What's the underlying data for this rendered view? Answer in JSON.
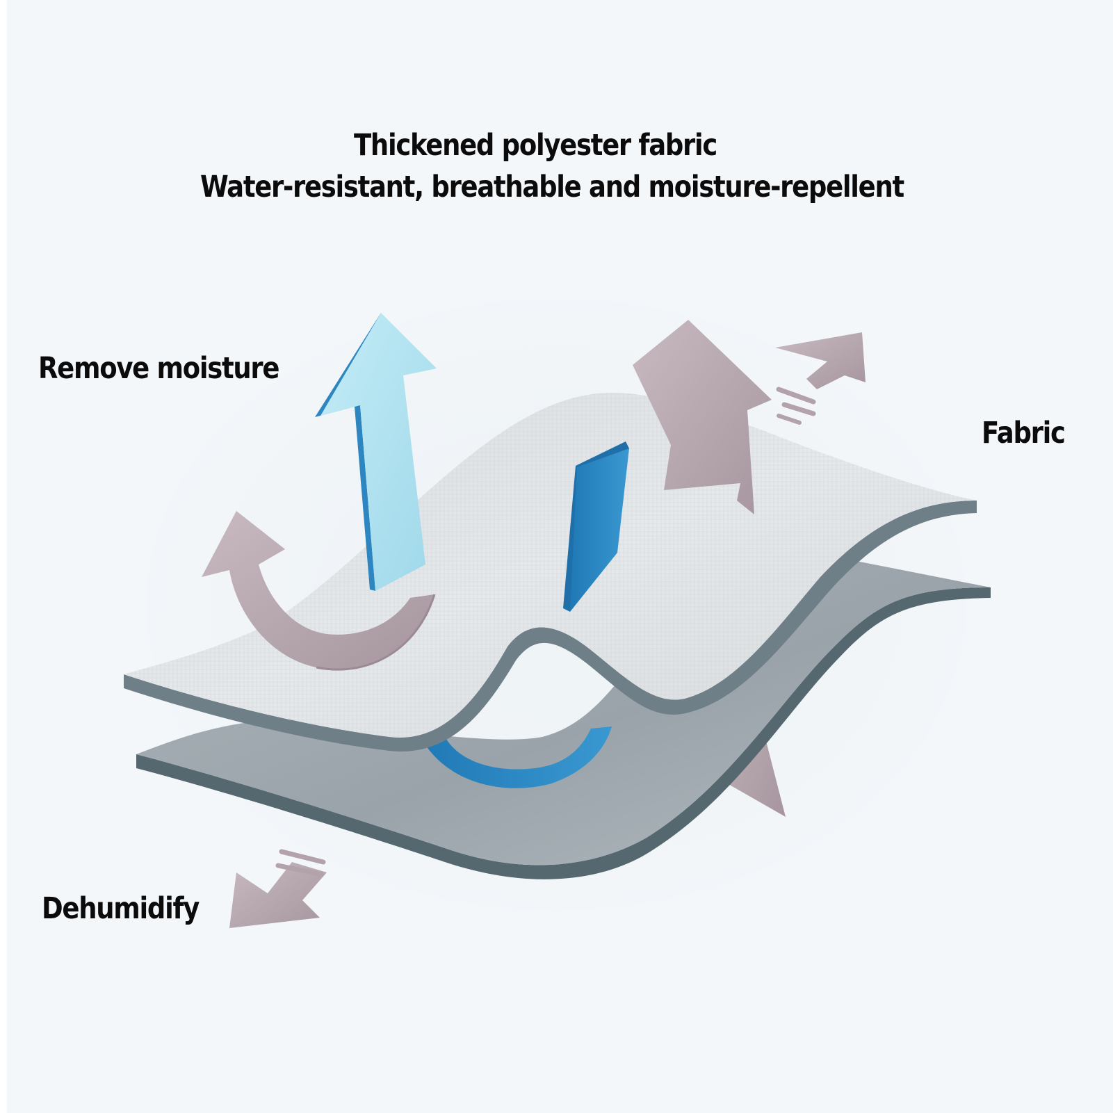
{
  "title": {
    "line1": "Thickened polyester fabric",
    "line2": "Water-resistant, breathable and moisture-repellent"
  },
  "labels": {
    "remove_moisture": "Remove moisture",
    "fabric": "Fabric",
    "dehumidify": "Dehumidify"
  },
  "colors": {
    "background": "#f3f7fa",
    "fabric_top_face": "#dfe3e6",
    "fabric_top_edge": "#6f7f88",
    "fabric_bottom_face": "#a3adb3",
    "fabric_bottom_edge": "#55676f",
    "blue_arrow_light": "#aee2f0",
    "blue_arrow_dark": "#2d86bf",
    "mauve_arrow": "#b3a2aa",
    "text": "#0b0b0b"
  }
}
